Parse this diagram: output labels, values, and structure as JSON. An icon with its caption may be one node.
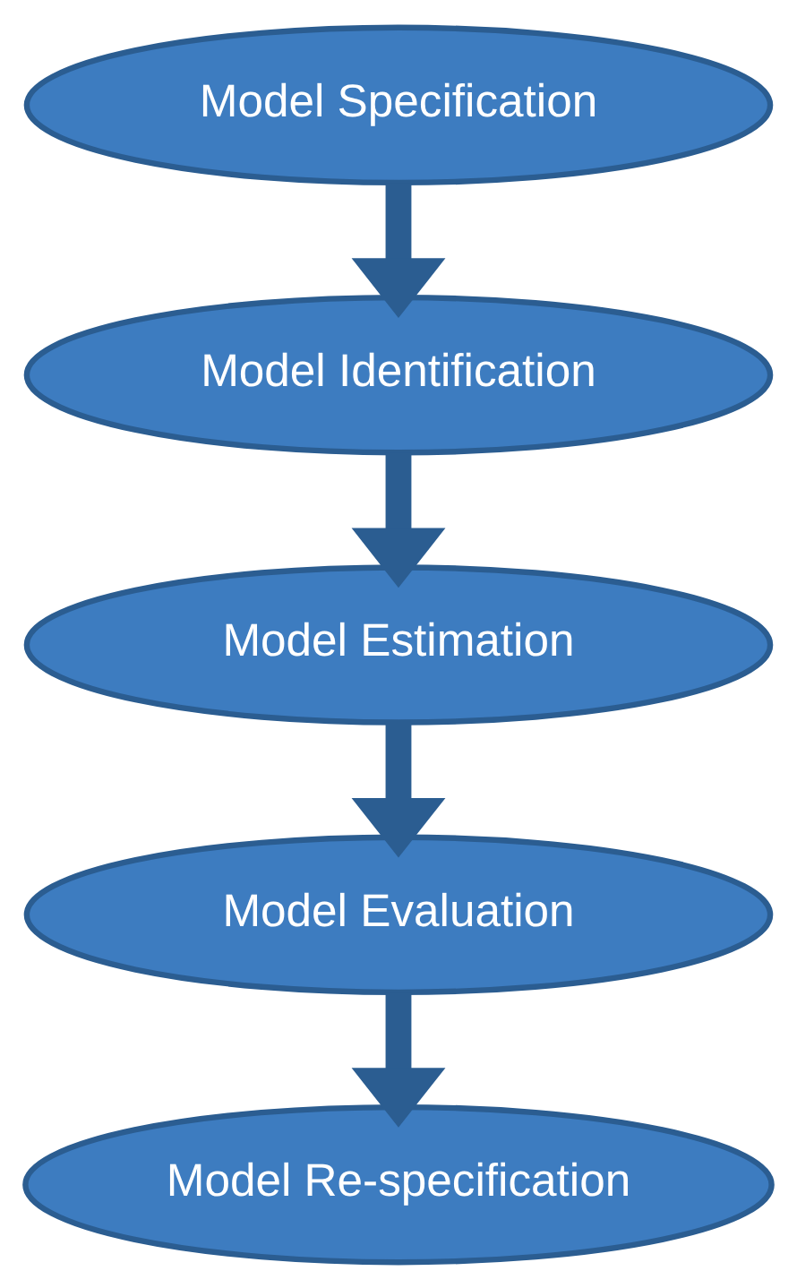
{
  "diagram": {
    "nodes": [
      {
        "text": [
          "Model Specification"
        ]
      },
      {
        "text": [
          "Model Identification"
        ]
      },
      {
        "text": [
          "Model Estimation"
        ]
      },
      {
        "text": [
          "Model Evaluation"
        ]
      },
      {
        "text": [
          "Model Re-specification"
        ]
      }
    ],
    "edges": [
      {
        "from": 0,
        "to": 1,
        "arrow": "to"
      },
      {
        "from": 1,
        "to": 2,
        "arrow": "to"
      },
      {
        "from": 2,
        "to": 3,
        "arrow": "to"
      },
      {
        "from": 3,
        "to": 4,
        "arrow": "to"
      }
    ]
  }
}
